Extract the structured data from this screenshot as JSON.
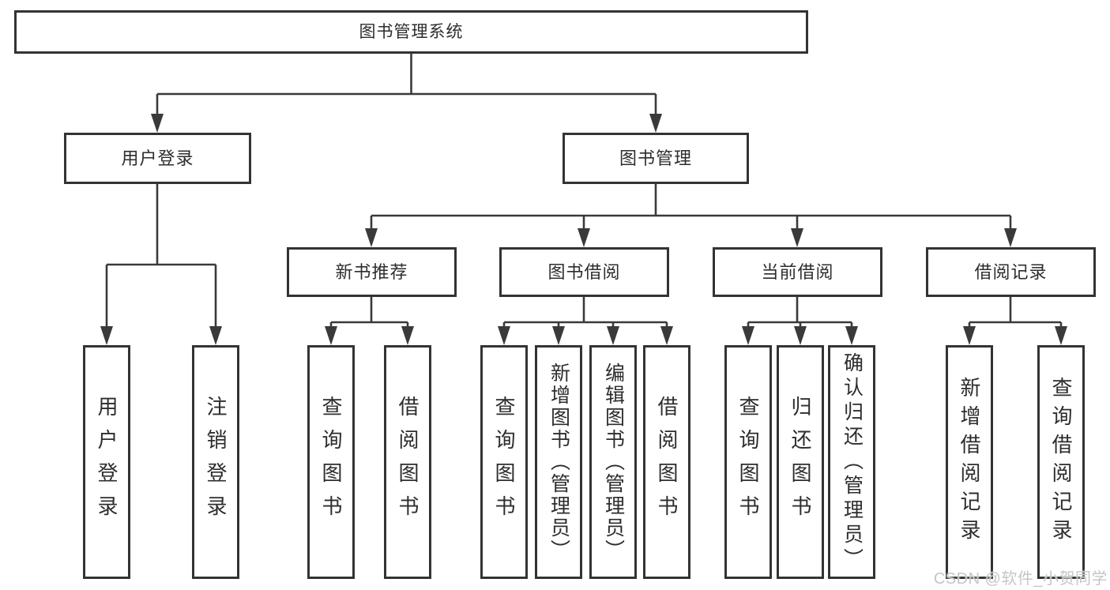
{
  "diagram": {
    "root": {
      "label": "图书管理系统"
    },
    "branches": [
      {
        "label": "用户登录",
        "children": [
          {
            "label": "用户登录"
          },
          {
            "label": "注销登录"
          }
        ]
      },
      {
        "label": "图书管理",
        "children": [
          {
            "label": "新书推荐",
            "children": [
              {
                "label": "查询图书"
              },
              {
                "label": "借阅图书"
              }
            ]
          },
          {
            "label": "图书借阅",
            "children": [
              {
                "label": "查询图书"
              },
              {
                "label": "新增图书（管理员）"
              },
              {
                "label": "编辑图书（管理员）"
              },
              {
                "label": "借阅图书"
              }
            ]
          },
          {
            "label": "当前借阅",
            "children": [
              {
                "label": "查询图书"
              },
              {
                "label": "归还图书"
              },
              {
                "label": "确认归还（管理员）"
              }
            ]
          },
          {
            "label": "借阅记录",
            "children": [
              {
                "label": "新增借阅记录"
              },
              {
                "label": "查询借阅记录"
              }
            ]
          }
        ]
      }
    ],
    "watermark": "CSDN @软件_小贺同学",
    "colors": {
      "line": "#3a3a3a",
      "box_border": "#333333",
      "text": "#2d2d2d",
      "watermark": "#c6c6c6",
      "background": "#ffffff"
    }
  }
}
